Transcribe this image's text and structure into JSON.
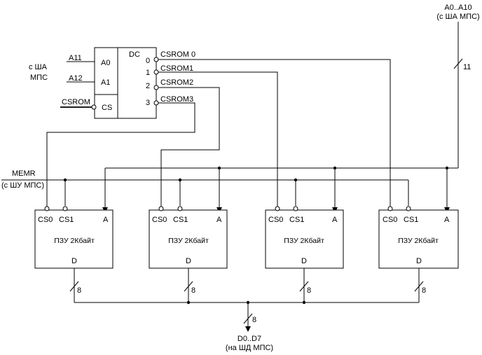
{
  "address_bus": {
    "label_line1": "A0..A10",
    "label_line2": "(с ША МПС)",
    "width": "11"
  },
  "data_bus": {
    "label_line1": "D0..D7",
    "label_line2": "(на ШД МПС)",
    "width": "8"
  },
  "memr": {
    "label_line1": "MEMR",
    "label_line2": "(с ШУ МПС)"
  },
  "source_left": {
    "line1": "с ША",
    "line2": "МПС"
  },
  "decoder": {
    "title": "DC",
    "in_a0": "A0",
    "in_a1": "A1",
    "in_cs": "CS",
    "sig_a11": "A11",
    "sig_a12": "A12",
    "sig_csrom": "CSROM",
    "out_nums": [
      "0",
      "1",
      "2",
      "3"
    ],
    "out_labels": [
      "CSROM 0",
      "CSROM1",
      "CSROM2",
      "CSROM3"
    ]
  },
  "rom_chips": [
    {
      "cs0": "CS0",
      "cs1": "CS1",
      "a": "A",
      "name": "ПЗУ 2Кбайт",
      "d": "D",
      "bus": "8"
    },
    {
      "cs0": "CS0",
      "cs1": "CS1",
      "a": "A",
      "name": "ПЗУ 2Кбайт",
      "d": "D",
      "bus": "8"
    },
    {
      "cs0": "CS0",
      "cs1": "CS1",
      "a": "A",
      "name": "ПЗУ 2Кбайт",
      "d": "D",
      "bus": "8"
    },
    {
      "cs0": "CS0",
      "cs1": "CS1",
      "a": "A",
      "name": "ПЗУ 2Кбайт",
      "d": "D",
      "bus": "8"
    }
  ]
}
